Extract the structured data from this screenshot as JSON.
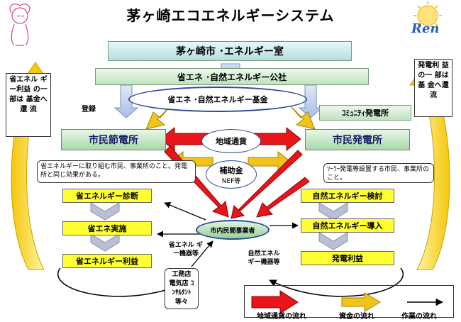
{
  "title": "茅ヶ崎エコエネルギーシステム",
  "logo_text": "Ren",
  "office": "茅ヶ崎市 ･エネルギー室",
  "corporation": "省エネ ･自然エネルギー公社",
  "fund": "省エネ ･自然エネルギー基金",
  "left_note": "省エネル ギー利益 の一部は 基金へ還 流",
  "right_note": "発電利 益の一 部は基 金へ還 流",
  "register": "登録",
  "community_plant": "ｺﾐｭﾆﾃｨ発電所",
  "citizen_saving_plant": "市民節電所",
  "citizen_power_plant": "市民発電所",
  "local_currency": "地域通貨",
  "subsidy": "補助金",
  "nef": "NEF等",
  "left_desc": "省エネルギーに取り組む市民、事業所のこと。発電所と同じ効果がある。",
  "right_desc": "ｿｰﾗｰ発電等設置する市民、事業所のこと。",
  "left_steps": [
    "省エネルギー診断",
    "省エネ実施",
    "省エネルギー利益"
  ],
  "right_steps": [
    "自然エネルギー検討",
    "自然エネルギー導入",
    "発電利益"
  ],
  "business": "市内民間事業者",
  "left_equipment": "省エネル ギー機器等",
  "right_equipment": "自然エネル ギー機器等",
  "contractors": "工務店 電気店 ｺﾝｻﾙﾀﾝﾄ 等々",
  "legend": [
    "地域通貨の流れ",
    "資金の流れ",
    "作業の流れ"
  ],
  "colors": {
    "currency_flow": "#e8161b",
    "fund_flow": "#f2c419",
    "work_flow": "#000000",
    "green_box": "#c8e8c8",
    "yellow_box": "#ffff33",
    "blue_arrow": "#b8c8e8"
  }
}
